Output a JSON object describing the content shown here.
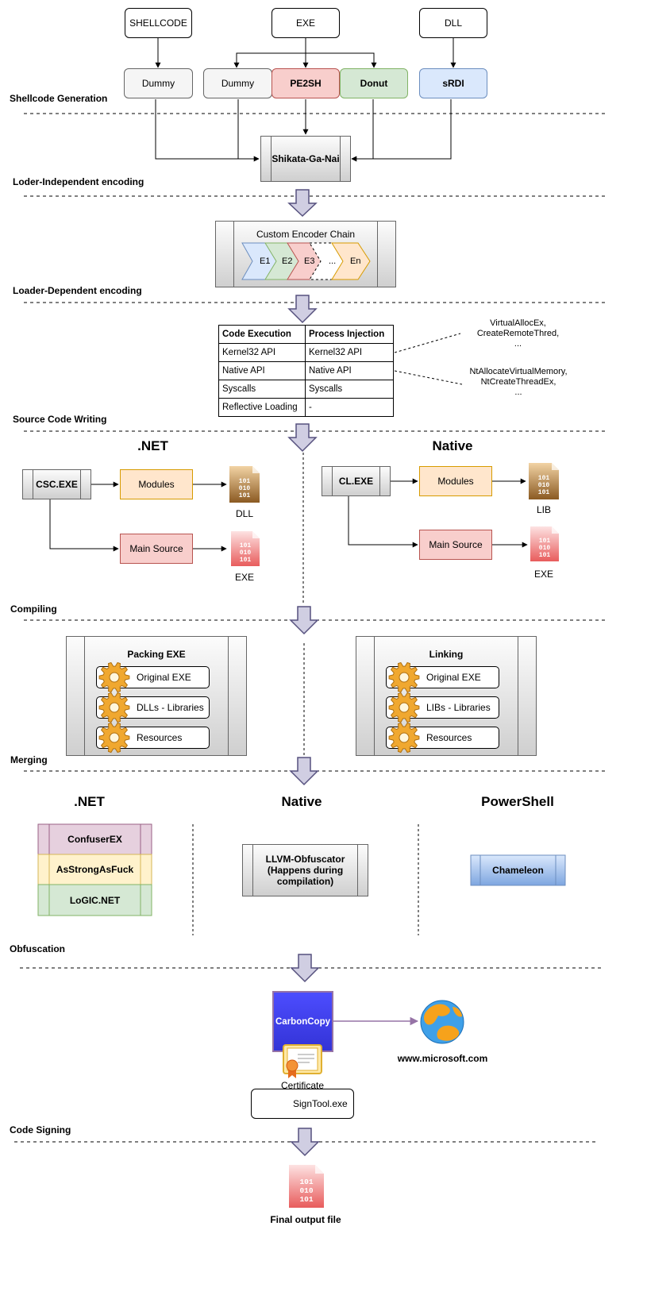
{
  "sections": {
    "shellcode_generation": "Shellcode Generation",
    "loader_independent": "Loder-Independent encoding",
    "loader_dependent": "Loader-Dependent encoding",
    "source_code_writing": "Source Code Writing",
    "compiling": "Compiling",
    "merging": "Merging",
    "obfuscation": "Obfuscation",
    "code_signing": "Code Signing"
  },
  "inputs": {
    "shellcode": "SHELLCODE",
    "exe": "EXE",
    "dll": "DLL"
  },
  "generators": {
    "dummy1": "Dummy",
    "dummy2": "Dummy",
    "pe2sh": "PE2SH",
    "donut": "Donut",
    "srdi": "sRDI"
  },
  "sgn": "Shikata-Ga-Nai",
  "encoder_chain": {
    "title": "Custom Encoder Chain",
    "steps": [
      "E1",
      "E2",
      "E3",
      "...",
      "En"
    ]
  },
  "loader_table": {
    "headers": [
      "Code Execution",
      "Process Injection"
    ],
    "rows": [
      [
        "Kernel32 API",
        "Kernel32 API"
      ],
      [
        "Native API",
        "Native API"
      ],
      [
        "Syscalls",
        "Syscalls"
      ],
      [
        "Reflective Loading",
        "-"
      ]
    ]
  },
  "api_notes": {
    "kernel32": [
      "VirtualAllocEx,",
      "CreateRemoteThred,",
      "..."
    ],
    "native": [
      "NtAllocateVirtualMemory,",
      "NtCreateThreadEx,",
      "..."
    ]
  },
  "source_writing": {
    "dotnet_title": ".NET",
    "native_title": "Native",
    "csc": "CSC.EXE",
    "cl": "CL.EXE",
    "modules_net": "Modules",
    "main_source_net": "Main Source",
    "modules_native": "Modules",
    "main_source_native": "Main Source",
    "dll_label": "DLL",
    "exe_label_net": "EXE",
    "lib_label": "LIB",
    "exe_label_native": "EXE"
  },
  "compiling": {
    "packing": {
      "title": "Packing EXE",
      "items": [
        "Original EXE",
        "DLLs - Libraries",
        "Resources"
      ]
    },
    "linking": {
      "title": "Linking",
      "items": [
        "Original EXE",
        "LIBs - Libraries",
        "Resources"
      ]
    }
  },
  "obfuscation": {
    "dotnet_title": ".NET",
    "native_title": "Native",
    "powershell_title": "PowerShell",
    "dotnet_tools": [
      "ConfuserEX",
      "AsStrongAsFuck",
      "LoGIC.NET"
    ],
    "native_tool": [
      "LLVM-Obfuscator",
      "(Happens during",
      "compilation)"
    ],
    "powershell_tool": "Chameleon"
  },
  "signing": {
    "carboncopy": "CarbonCopy",
    "website": "www.microsoft.com",
    "certificate": "Certificate",
    "signtool": "SignTool.exe",
    "final": "Final output file"
  },
  "file_icon_text": [
    "101",
    "010",
    "101"
  ],
  "colors": {
    "pink_fill": "#f8cecc",
    "pink_stroke": "#b85450",
    "green_fill": "#d5e8d4",
    "green_stroke": "#82b366",
    "blue_fill": "#dae8fc",
    "blue_stroke": "#6c8ebf",
    "orange_fill": "#ffe6cc",
    "orange_stroke": "#d79b00",
    "yellow_fill": "#fff2cc",
    "yellow_stroke": "#d6b656",
    "purple_fill": "#e6d0de",
    "purple_stroke": "#996185",
    "arrow_fill": "#d0cee2",
    "arrow_stroke": "#56517e",
    "carbon_fill": "#4c4cff",
    "carbon_stroke": "#9673a6"
  }
}
